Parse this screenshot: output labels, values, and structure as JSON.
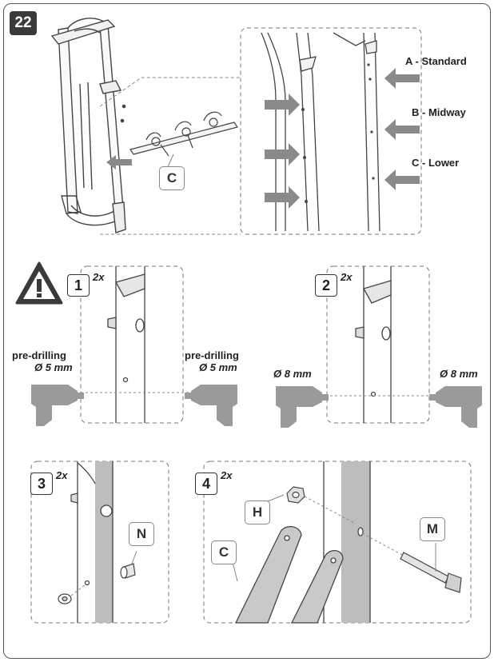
{
  "step": {
    "number": "22"
  },
  "overview": {
    "part_label": "C",
    "positions": [
      {
        "key": "A",
        "label": "A - Standard"
      },
      {
        "key": "B",
        "label": "B - Midway"
      },
      {
        "key": "C",
        "label": "C - Lower"
      }
    ]
  },
  "substeps": [
    {
      "number": "1",
      "multiplier": "2x",
      "left_label": "pre-drilling",
      "left_size": "Ø 5 mm",
      "right_label": "pre-drilling",
      "right_size": "Ø 5 mm"
    },
    {
      "number": "2",
      "multiplier": "2x",
      "left_size": "Ø 8 mm",
      "right_size": "Ø 8 mm"
    },
    {
      "number": "3",
      "multiplier": "2x",
      "part": "N"
    },
    {
      "number": "4",
      "multiplier": "2x",
      "parts": [
        "H",
        "C",
        "M"
      ]
    }
  ],
  "icons": {
    "warning": "warning-triangle-icon",
    "drill": "drill-icon",
    "arrow": "arrow-icon"
  },
  "colors": {
    "ink": "#333333",
    "arrow": "#8a8a8a",
    "tube_fill": "#c8c8c8",
    "dash": "#777777"
  }
}
